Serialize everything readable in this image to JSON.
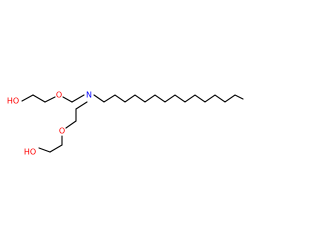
{
  "molecule": {
    "atoms": {
      "oxygen_symbol": "O",
      "nitrogen_symbol": "N",
      "hydroxyl_label": "HO"
    },
    "colors": {
      "carbon_bond": "#000000",
      "oxygen": "#ff0000",
      "nitrogen": "#0000ff"
    }
  }
}
